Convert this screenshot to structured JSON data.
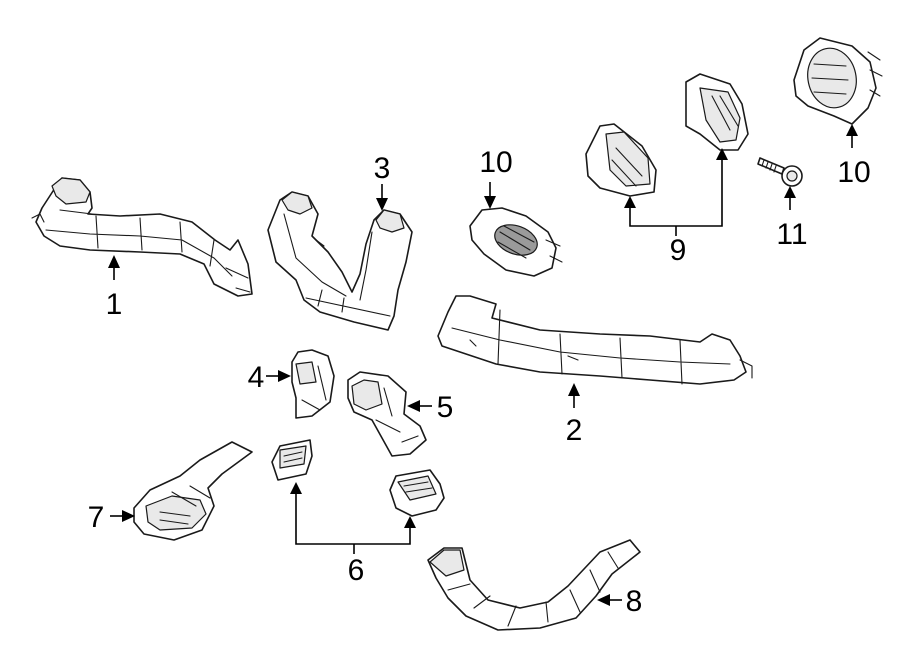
{
  "callouts": {
    "c1": "1",
    "c2": "2",
    "c3": "3",
    "c4": "4",
    "c5": "5",
    "c6": "6",
    "c7": "7",
    "c8": "8",
    "c9": "9",
    "c10a": "10",
    "c10b": "10",
    "c11": "11"
  }
}
